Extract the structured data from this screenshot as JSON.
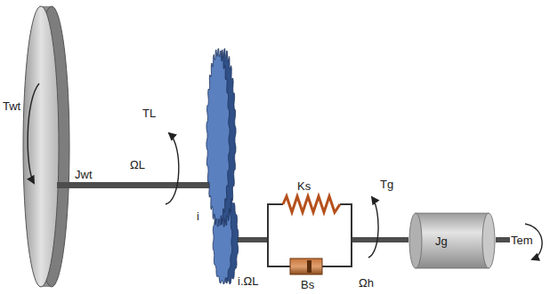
{
  "diagram": {
    "nodes": [
      {
        "text": [
          "Jg"
        ]
      }
    ],
    "labels": [
      "Twt",
      "Jwt",
      "TL",
      "ΩL",
      "i",
      "Ks",
      "Tg",
      "Tem",
      "i.ΩL",
      "Bs",
      "Ωh"
    ]
  }
}
